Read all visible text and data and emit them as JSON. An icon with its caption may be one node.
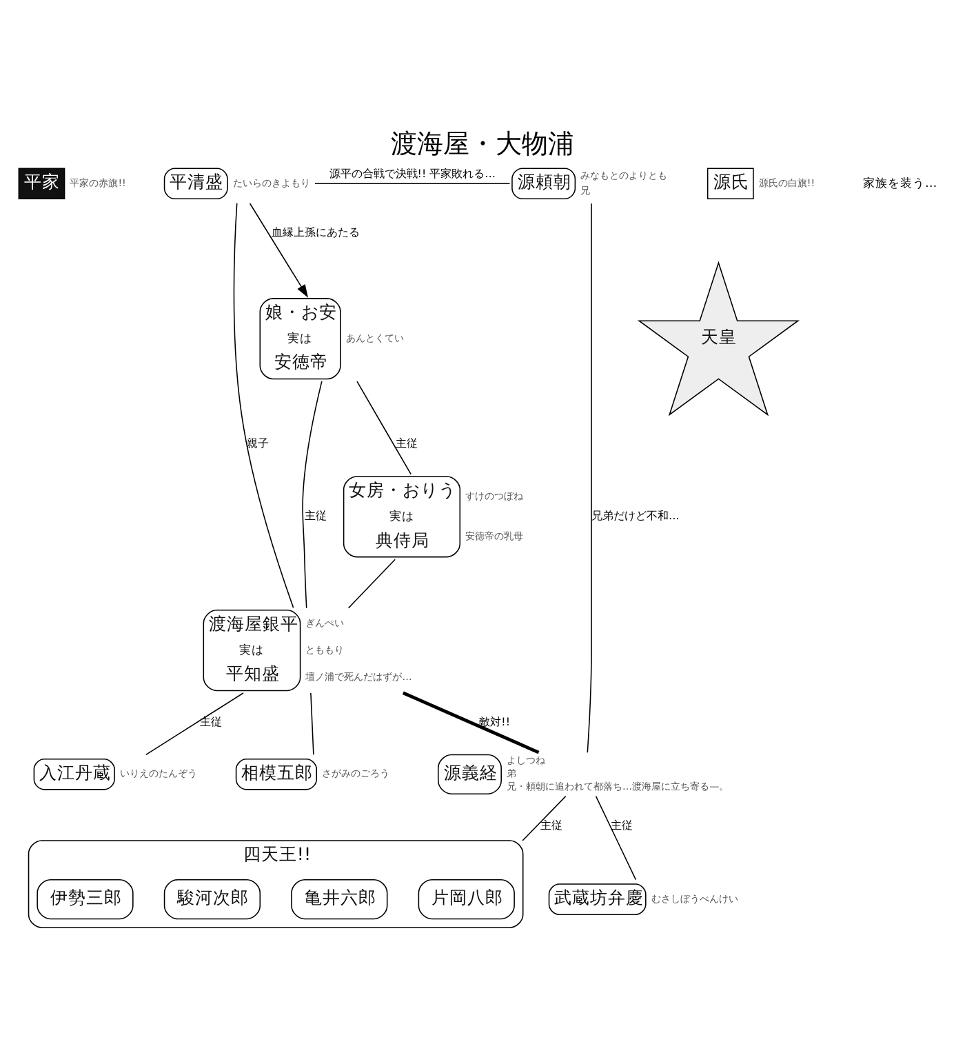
{
  "diagram": {
    "title": "渡海屋・大物浦",
    "nodes": [
      {
        "text": [
          "平家"
        ],
        "beside": [
          "平家の赤旗!!"
        ]
      },
      {
        "text": [
          "平清盛"
        ],
        "beside": [
          "たいらのきよもり"
        ]
      },
      {
        "text": [
          "源頼朝"
        ],
        "beside": [
          "みなもとのよりとも",
          "兄"
        ]
      },
      {
        "text": [
          "源氏"
        ],
        "beside": [
          "源氏の白旗!!"
        ]
      },
      {
        "text": [
          "天皇"
        ]
      },
      {
        "text": [
          "娘・お安",
          "実は",
          "安徳帝"
        ],
        "beside": [
          "あんとくてい"
        ]
      },
      {
        "text": [
          "渡海屋銀平",
          "実は",
          "平知盛"
        ],
        "beside": [
          "ぎんぺい",
          "とももり",
          "壇ノ浦で死んだはずが…"
        ]
      },
      {
        "text": [
          "源義経"
        ],
        "beside": [
          "よしつね",
          "弟",
          "兄・頼朝に追われて都落ち…渡海屋に立ち寄る—。"
        ]
      },
      {
        "text": [
          "女房・おりう",
          "実は",
          "典侍局"
        ],
        "beside": [
          "すけのつぼね",
          "安徳帝の乳母"
        ]
      },
      {
        "text": [
          "入江丹蔵"
        ],
        "beside": [
          "いりえのたんぞう"
        ]
      },
      {
        "text": [
          "相模五郎"
        ],
        "beside": [
          "さがみのごろう"
        ]
      },
      {
        "text": [
          "四天王!!"
        ]
      },
      {
        "text": [
          "片岡八郎"
        ],
        "in": 11
      },
      {
        "text": [
          "亀井六郎"
        ],
        "in": 11
      },
      {
        "text": [
          "駿河次郎"
        ],
        "in": 11
      },
      {
        "text": [
          "伊勢三郎"
        ],
        "in": 11
      },
      {
        "text": [
          "武蔵坊弁慶"
        ],
        "beside": [
          "むさしぼうべんけい"
        ]
      }
    ],
    "edges": [
      {
        "from": 1,
        "to": 2,
        "arrow": "none",
        "label": "源平の合戦で決戦!! 平家敗れる…"
      },
      {
        "from": 1,
        "to": 5,
        "arrow": "to",
        "label": "血縁上孫にあたる"
      },
      {
        "from": 1,
        "to": 6,
        "arrow": "none",
        "label": "親子"
      },
      {
        "from": 2,
        "to": 7,
        "arrow": "none",
        "label": "兄弟だけど不和…"
      },
      {
        "from": 5,
        "to": 6,
        "arrow": "none",
        "label": "主従"
      },
      {
        "from": 5,
        "to": 8,
        "arrow": "none",
        "label": "主従"
      },
      {
        "from": 8,
        "to": 6,
        "arrow": "none"
      },
      {
        "from": 6,
        "to": 7,
        "arrow": "none",
        "label": "敵対!!",
        "style": "thick"
      },
      {
        "from": 6,
        "to": 9,
        "arrow": "none",
        "label": "主従"
      },
      {
        "from": 6,
        "to": 10,
        "arrow": "none"
      },
      {
        "from": 7,
        "to": 11,
        "arrow": "none",
        "label": "主従"
      },
      {
        "from": 7,
        "to": 16,
        "arrow": "none",
        "label": "主従"
      }
    ],
    "labels": [
      "家族を装う…"
    ]
  }
}
